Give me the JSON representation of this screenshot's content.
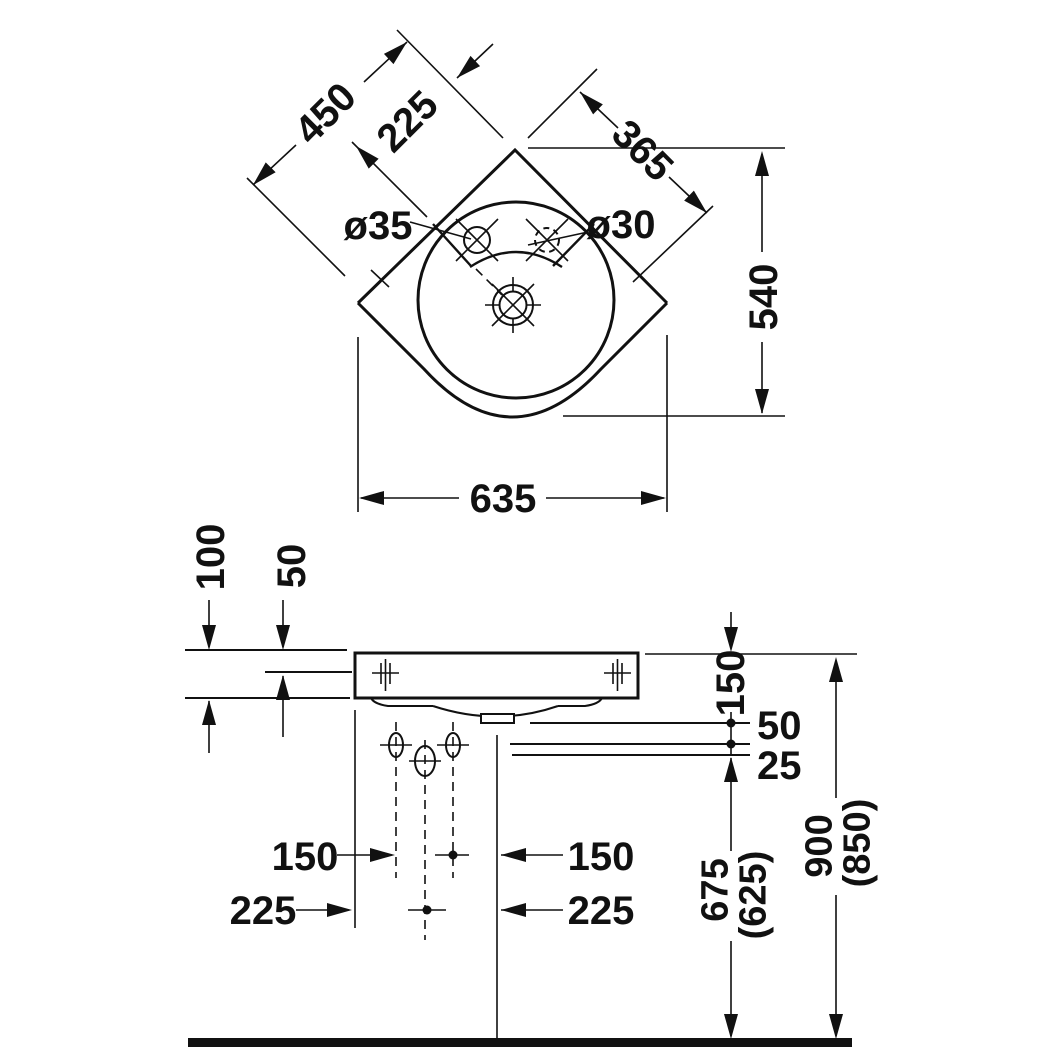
{
  "drawing": {
    "title": "corner washbasin dimension drawing",
    "views": [
      "plan view",
      "front elevation"
    ],
    "line_color": "#111111",
    "background": "#ffffff"
  },
  "plan": {
    "dim_450": "450",
    "dim_225": "225",
    "dim_365": "365",
    "dim_540": "540",
    "dim_635": "635",
    "hole_left": "ø35",
    "hole_right": "ø30"
  },
  "elev": {
    "dim_100": "100",
    "dim_50_wall": "50",
    "dim_150_rim": "150",
    "dim_50_shelf": "50",
    "dim_25_shelf": "25",
    "dim_150_left": "150",
    "dim_150_right": "150",
    "dim_225_left": "225",
    "dim_225_right": "225",
    "dim_675": "675",
    "dim_675_alt": "(625)",
    "dim_900": "900",
    "dim_900_alt": "(850)"
  }
}
